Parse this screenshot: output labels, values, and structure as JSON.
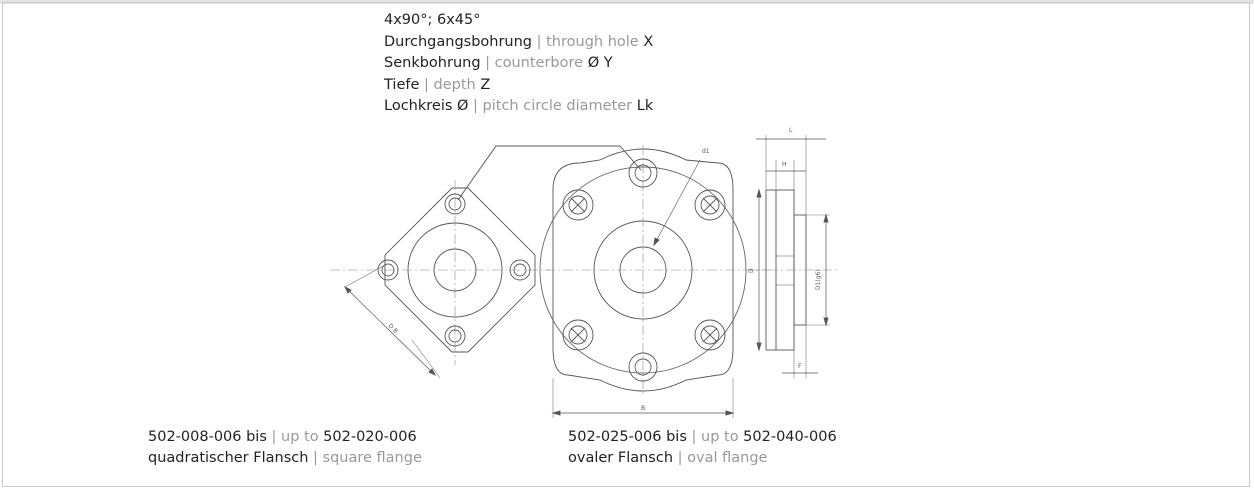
{
  "spec_block": {
    "line1": "4x90°; 6x45°",
    "line2_de": "Durchgangsbohrung",
    "line2_en": "through hole",
    "line2_var": "X",
    "line3_de": "Senkbohrung",
    "line3_en": "counterbore",
    "line3_var": "Ø Y",
    "line4_de": "Tiefe",
    "line4_en": "depth",
    "line4_var": "Z",
    "line5_de": "Lochkreis Ø",
    "line5_en": "pitch circle diameter",
    "line5_var": "Lk",
    "separator": "|"
  },
  "square_flange": {
    "range_from": "502-008-006 bis",
    "range_en": "up to",
    "range_to": "502-020-006",
    "name_de": "quadratischer Flansch",
    "name_en": "square flange",
    "dim_label": "D B"
  },
  "oval_flange": {
    "range_from": "502-025-006 bis",
    "range_en": "up to",
    "range_to": "502-040-006",
    "name_de": "ovaler Flansch",
    "name_en": "oval flange",
    "dim_width": "B",
    "dim_hole": "d1"
  },
  "side_view": {
    "dim_L": "L",
    "dim_H": "H",
    "dim_D": "D",
    "dim_D1": "D1(g6)",
    "dim_F": "F"
  },
  "colors": {
    "line": "#555555",
    "text": "#222222",
    "muted": "#999999"
  }
}
